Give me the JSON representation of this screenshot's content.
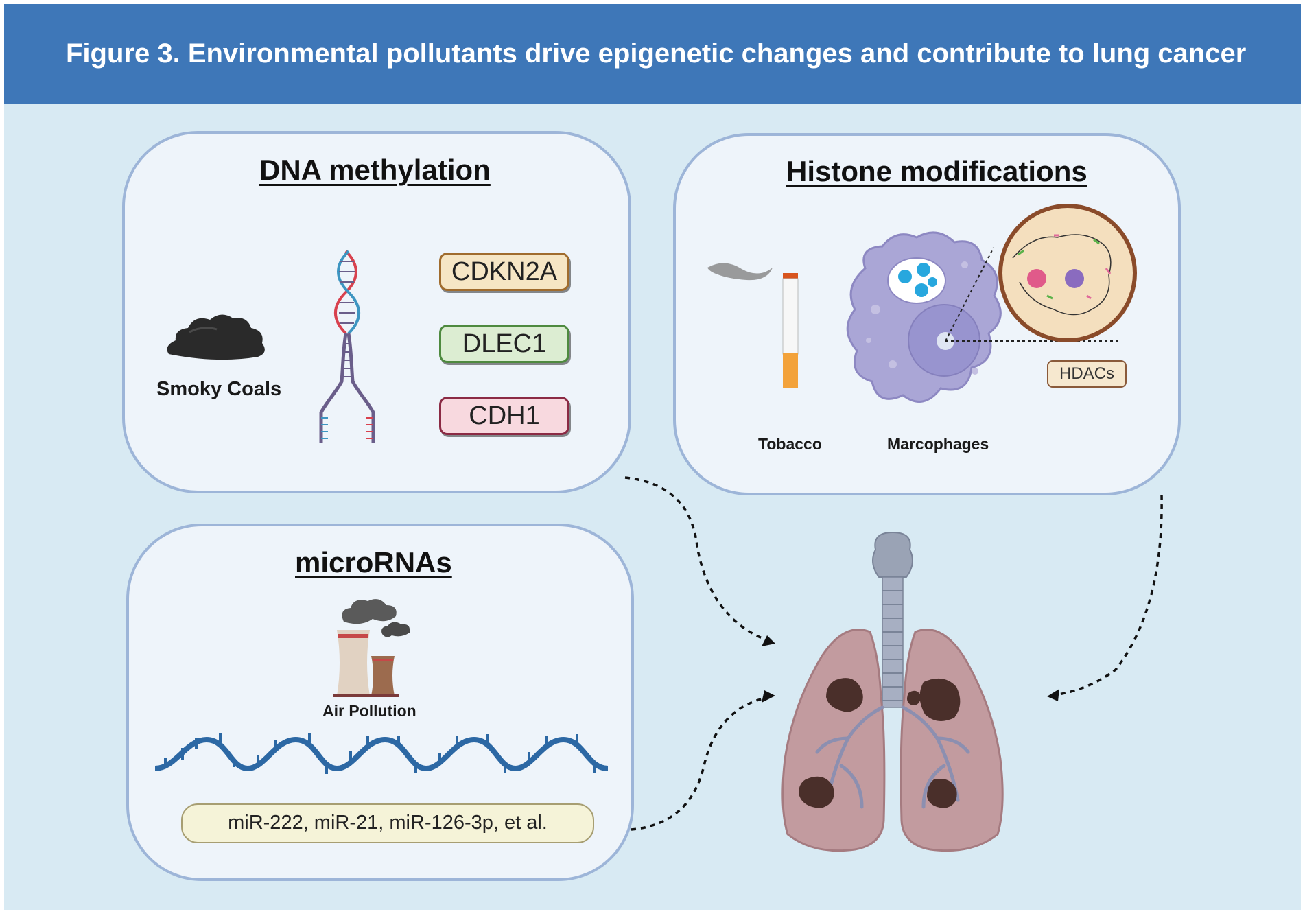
{
  "header": {
    "title": "Figure 3. Environmental pollutants drive epigenetic changes and contribute to lung cancer"
  },
  "panels": {
    "dna_methylation": {
      "title": "DNA methylation",
      "source_label": "Smoky Coals",
      "genes": [
        {
          "label": "CDKN2A",
          "fill": "#f6e6c5",
          "border": "#a06c2e"
        },
        {
          "label": "DLEC1",
          "fill": "#dcedd2",
          "border": "#4e8a3f"
        },
        {
          "label": "CDH1",
          "fill": "#f8d9df",
          "border": "#8b2a44"
        }
      ]
    },
    "histone_modifications": {
      "title": "Histone modifications",
      "tobacco_label": "Tobacco",
      "macrophage_label": "Marcophages",
      "enzyme_label": "HDACs"
    },
    "micrornas": {
      "title": "microRNAs",
      "source_label": "Air Pollution",
      "examples": "miR-222, miR-21, miR-126-3p, et al."
    }
  },
  "colors": {
    "header_bg": "#3e77b8",
    "canvas_bg": "#d8eaf3",
    "panel_bg": "#eef4fa",
    "panel_border": "#9db5d8"
  },
  "icons": [
    "smoky-coal-icon",
    "dna-helix-icon",
    "cigarette-icon",
    "macrophage-icon",
    "chromatin-zoom-icon",
    "power-plant-icon",
    "rna-strand-icon",
    "lungs-icon",
    "dotted-arrow-icon"
  ]
}
